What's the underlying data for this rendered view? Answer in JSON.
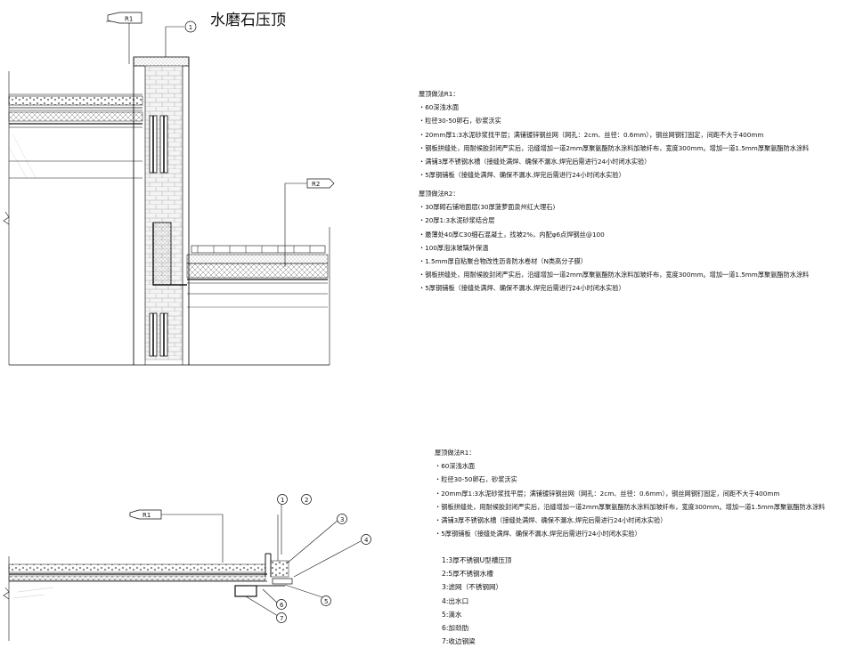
{
  "title": "水磨石压顶",
  "tags": {
    "r1": "R1",
    "r2": "R2",
    "c1": "1",
    "c2": "2",
    "c3": "3",
    "c4": "4",
    "c5": "5",
    "c6": "6",
    "c7": "7"
  },
  "notes_r1_top": {
    "heading": "屋顶做法R1：",
    "items": [
      "60深浅水面",
      "粒径30-50卵石，砂浆沃实",
      "20mm厚1:3水泥砂浆找平层；满铺镀锌钢丝网（网孔：2cm、丝径：0.6mm），钢丝网钢钉固定，间距不大于400mm",
      "钢板拼缝处，用耐候胶封闭严实后，沿缝增加一道2mm厚聚氨酯防水涂料加玻纤布，宽度300mm。增加一道1.5mm厚聚氨酯防水涂料",
      "满铺3厚不锈钢水槽（接缝处满焊、确保不漏水.焊完后需进行24小时闭水实验）",
      "5厚钢铺板（接缝处满焊、确保不漏水.焊完后需进行24小时闭水实验）"
    ]
  },
  "notes_r2": {
    "heading": "屋顶做法R2：",
    "items": [
      "30厚砌石铺地面层(30厚菠萝面泉州红大理石)",
      "20厚1:3水泥砂浆结合层",
      "最薄处40厚C30细石混凝土，找坡2%，内配φ6点焊钢丝@100",
      "100厚泡沫玻璃外保温",
      "1.5mm厚自粘聚合物改性沥青防水卷材（N类高分子膜）",
      "钢板拼缝处，用耐候胶封闭严实后，沿缝增加一道2mm厚聚氨酯防水涂料加玻纤布，宽度300mm。增加一道1.5mm厚聚氨酯防水涂料",
      "5厚钢铺板（接缝处满焊、确保不漏水.焊完后需进行24小时闭水实验）"
    ]
  },
  "notes_r1_bottom": {
    "heading": "屋顶做法R1：",
    "items": [
      "60深浅水面",
      "粒径30-50卵石，砂浆沃实",
      "20mm厚1:3水泥砂浆找平层；满铺镀锌钢丝网（网孔：2cm、丝径：0.6mm），钢丝网钢钉固定，间距不大于400mm",
      "钢板拼缝处，用耐候胶封闭严实后，沿缝增加一道2mm厚聚氨酯防水涂料加玻纤布，宽度300mm。增加一道1.5mm厚聚氨酯防水涂料",
      "满铺3厚不锈钢水槽（接缝处满焊、确保不漏水.焊完后需进行24小时闭水实验）",
      "5厚钢铺板（接缝处满焊、确保不漏水.焊完后需进行24小时闭水实验）"
    ]
  },
  "legend": [
    "1:3厚不锈钢U型槽压顶",
    "2:5厚不锈钢水槽",
    "3:滤网（不锈钢网）",
    "4:出水口",
    "5:滴水",
    "6:加劲肋",
    "7:收边钢梁"
  ]
}
